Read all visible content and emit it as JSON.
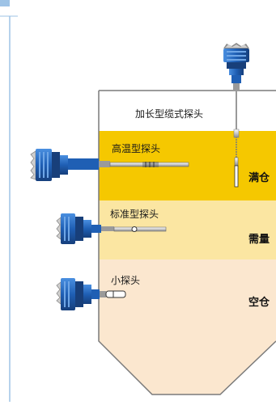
{
  "probes": {
    "extended": {
      "label": "加长型缆式探头"
    },
    "high_temp": {
      "label": "高温型探头"
    },
    "standard": {
      "label": "标准型探头"
    },
    "small": {
      "label": "小探头"
    }
  },
  "zones": {
    "full": {
      "label": "满仓",
      "color": "#f5c800"
    },
    "demand": {
      "label": "需量",
      "color": "#fbe6a2"
    },
    "empty": {
      "label": "空仓",
      "color": "#fbe7cf"
    }
  },
  "colors": {
    "probe_blue": "#1f5fb4",
    "probe_dark": "#183f7a",
    "frame": "#9ec3e6",
    "outline": "#7a7a7a"
  }
}
